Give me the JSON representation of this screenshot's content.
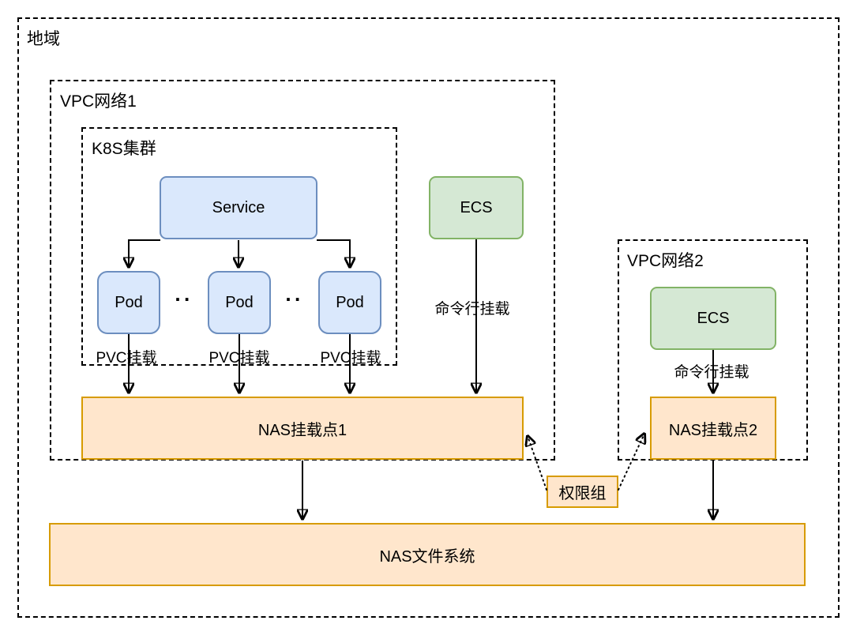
{
  "diagram": {
    "region": {
      "label": "地域"
    },
    "vpc1": {
      "label": "VPC网络1"
    },
    "k8s": {
      "label": "K8S集群"
    },
    "service": {
      "label": "Service"
    },
    "pods": [
      {
        "label": "Pod"
      },
      {
        "label": "Pod"
      },
      {
        "label": "Pod"
      }
    ],
    "pod_separator": "··",
    "pvc_labels": [
      "PVC挂载",
      "PVC挂载",
      "PVC挂载"
    ],
    "ecs1": {
      "label": "ECS"
    },
    "ecs1_edge_label": "命令行挂载",
    "vpc2": {
      "label": "VPC网络2"
    },
    "ecs2": {
      "label": "ECS"
    },
    "ecs2_edge_label": "命令行挂载",
    "nas_mount_1": {
      "label": "NAS挂载点1"
    },
    "nas_mount_2": {
      "label": "NAS挂载点2"
    },
    "permission_group": {
      "label": "权限组"
    },
    "nas_filesystem": {
      "label": "NAS文件系统"
    }
  },
  "colors": {
    "blue_fill": "#DAE8FC",
    "blue_border": "#6C8EBF",
    "green_fill": "#D5E8D4",
    "green_border": "#82B366",
    "orange_fill": "#FFE6CC",
    "orange_border": "#D79B00",
    "line": "#000000",
    "background": "#FFFFFF"
  }
}
